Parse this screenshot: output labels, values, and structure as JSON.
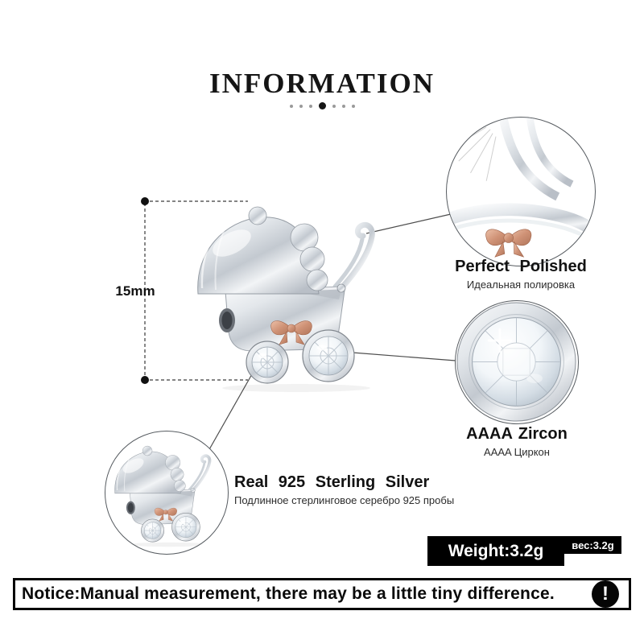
{
  "title": "INFORMATION",
  "measurement": {
    "value": "15mm"
  },
  "callouts": {
    "polished": {
      "title": "Perfect Polished",
      "subtitle": "Идеальная полировка"
    },
    "zircon": {
      "title": "AAAA Zircon",
      "subtitle": "AAAA Циркон"
    },
    "silver": {
      "title": "Real 925 Sterling Silver",
      "subtitle": "Подлинное стерлинговое серебро 925 пробы"
    }
  },
  "weight": {
    "primary": "Weight:3.2g",
    "secondary": "вес:3.2g"
  },
  "notice": {
    "text": "Notice:Manual measurement, there may be a little tiny difference.",
    "icon": "!"
  },
  "colors": {
    "rose_gold": "#c98e72",
    "silver": "#d9dde2",
    "banner_black": "#000000"
  }
}
